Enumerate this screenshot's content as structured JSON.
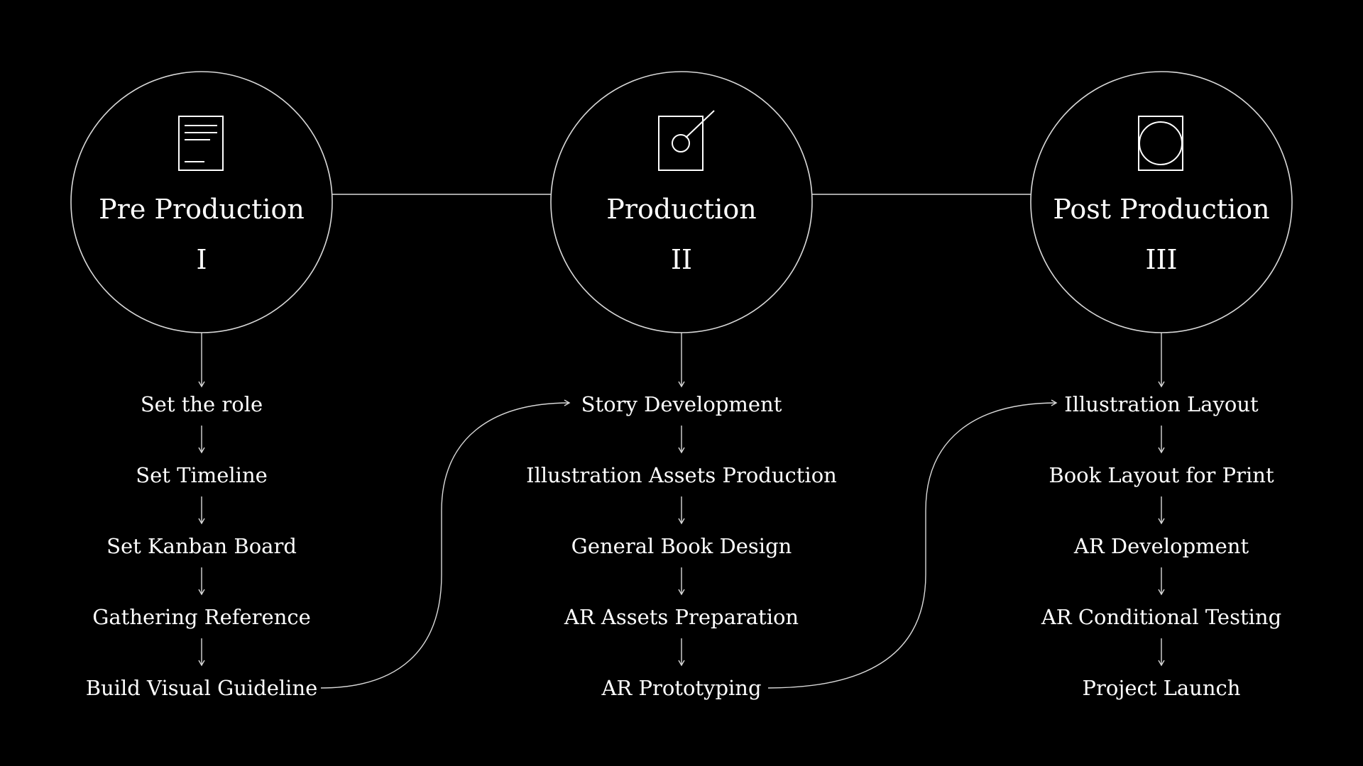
{
  "colors": {
    "background": "#000000",
    "foreground": "#ffffff",
    "line": "#d9d9d9"
  },
  "phases": [
    {
      "title": "Pre Production",
      "numeral": "I",
      "icon": "document-icon",
      "steps": [
        "Set the role",
        "Set Timeline",
        "Set Kanban Board",
        "Gathering Reference",
        "Build Visual Guideline"
      ]
    },
    {
      "title": "Production",
      "numeral": "II",
      "icon": "drawing-pen-icon",
      "steps": [
        "Story Development",
        "Illustration Assets Production",
        "General Book Design",
        "AR Assets Preparation",
        "AR Prototyping"
      ]
    },
    {
      "title": "Post Production",
      "numeral": "III",
      "icon": "circle-frame-icon",
      "steps": [
        "Illustration Layout",
        "Book Layout for Print",
        "AR Development",
        "AR Conditional Testing",
        "Project Launch"
      ]
    }
  ]
}
